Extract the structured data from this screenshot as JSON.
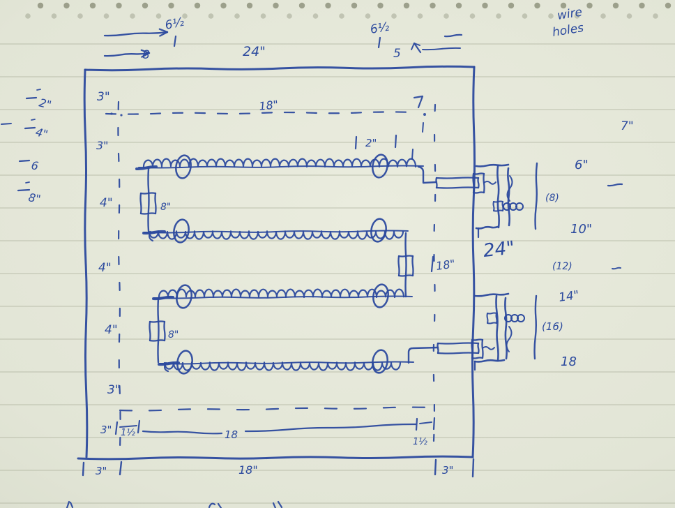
{
  "colors": {
    "ink": "#2c4a9e",
    "paper": "#e2e5d6",
    "rule": "#a6aa95",
    "dot": "#8f937e"
  },
  "note_top_right": {
    "line1": "wire",
    "line2": "holes"
  },
  "far_right_dim": "7\"",
  "top_dims": {
    "left_gap": "6½",
    "left_alt": "8",
    "width": "24\"",
    "right_gap": "6½",
    "right_alt": "5"
  },
  "left_ruler": {
    "two": "2\"",
    "four": "4\"",
    "six": "6",
    "eight": "8\""
  },
  "interior": {
    "top_margin": "3\"",
    "top_width": "18\"",
    "row1_offset": "3\"",
    "corner_gap": "2\"",
    "gap_a": "4\"",
    "jumper_a": "8\"",
    "gap_b": "4\"",
    "right_span": "18\"",
    "gap_c": "4\"",
    "jumper_b": "8\"",
    "bottom_margin_a": "3\"",
    "bottom_margin_b": "3\"",
    "inset_left": "1½",
    "bottom_width": "18",
    "inset_right": "1½"
  },
  "right_panel": {
    "h6": "6\"",
    "c8": "(8)",
    "h10": "10\"",
    "depth": "24\"",
    "c12": "(12)",
    "h14": "14\"",
    "c16": "(16)",
    "h18": "18"
  },
  "bottom_dims": {
    "left": "3\"",
    "width": "18\"",
    "right": "3\""
  }
}
